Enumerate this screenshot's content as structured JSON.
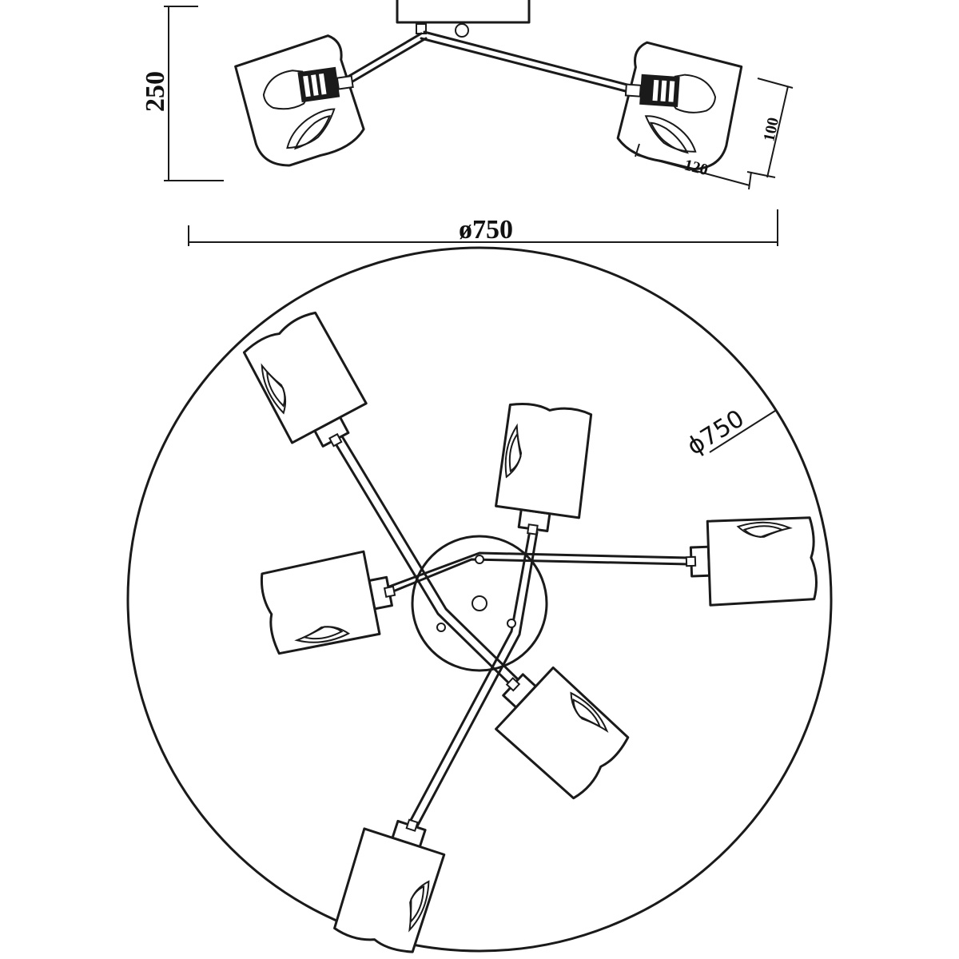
{
  "drawing": {
    "side_view": {
      "height_label": "250",
      "shade_height_label": "100",
      "shade_width_label": "120",
      "overall_diameter_label": "ø750"
    },
    "top_view": {
      "diameter_label": "ϕ750",
      "lamp_count": 6
    },
    "colors": {
      "line": "#1a1a1a",
      "background": "#ffffff"
    }
  }
}
